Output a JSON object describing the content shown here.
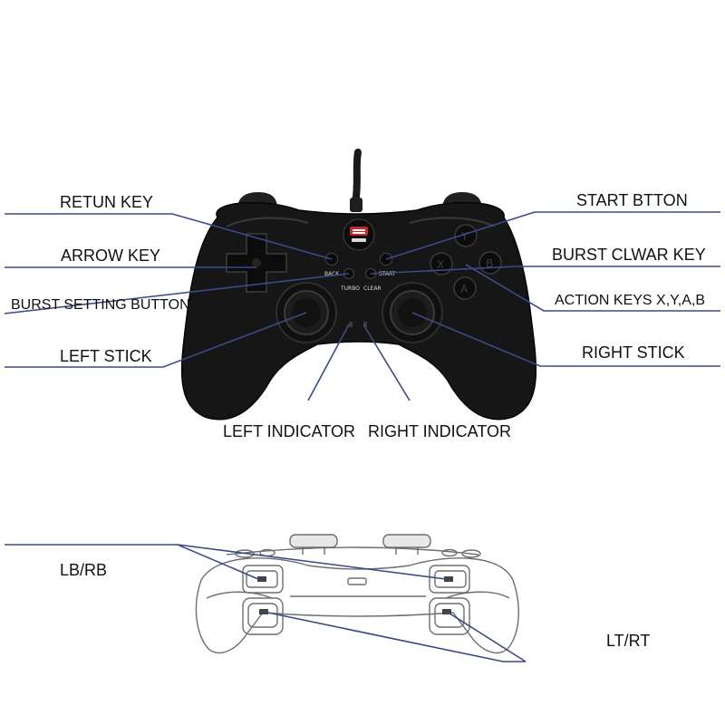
{
  "colors": {
    "leader_line": "#3c4a86",
    "controller_body": "#161616",
    "outline_drawing": "#6e6e6e",
    "logo_red": "#c8262c"
  },
  "callouts": {
    "retun_key": "RETUN KEY",
    "arrow_key": "ARROW KEY",
    "burst_setting_button": "BURST SETTING BUTTON",
    "left_stick": "LEFT STICK",
    "left_indicator": "LEFT INDICATOR",
    "start_btton": "START BTTON",
    "burst_clwar_key": "BURST CLWAR KEY",
    "action_keys": "ACTION KEYS X,Y,A,B",
    "right_stick": "RIGHT STICK",
    "right_indicator": "RIGHT INDICATOR",
    "lb_rb": "LB/RB",
    "lt_rt": "LT/RT"
  },
  "button_labels": {
    "back": "BACK",
    "start": "START",
    "turbo": "TURBO",
    "clear": "CLEAR"
  },
  "icons": {
    "controller_front": "gamepad-front-photo",
    "controller_top": "gamepad-top-outline"
  }
}
